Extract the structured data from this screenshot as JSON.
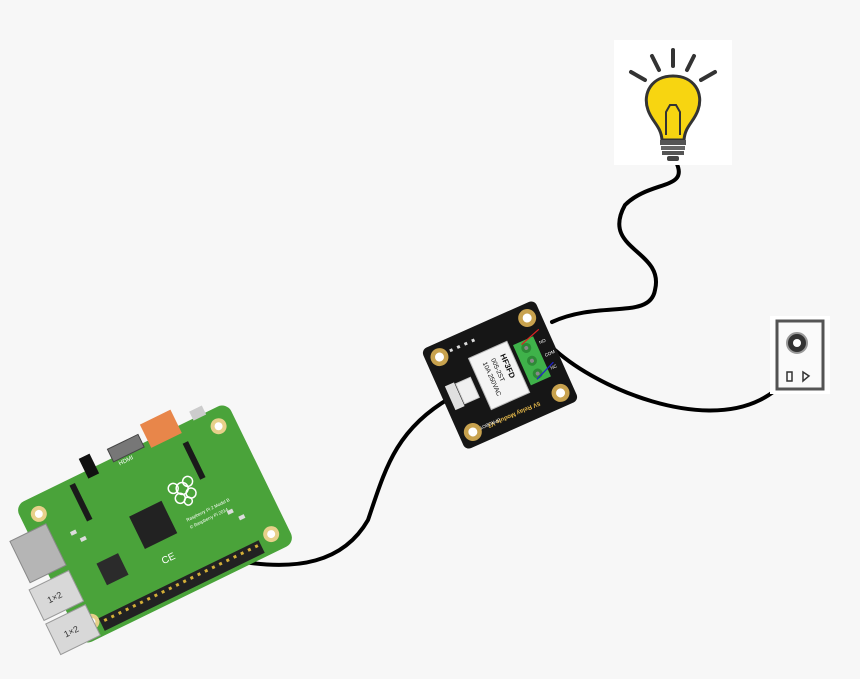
{
  "relay": {
    "chip_brand": "HF3FD",
    "chip_model": "005-2ST",
    "chip_rating": "10A 250VAC",
    "pcb_label": "5V Relay Module V2",
    "logo": "DFROBOT",
    "term_no": "NO",
    "term_com": "COM",
    "term_nc": "NC"
  },
  "raspberry_pi": {
    "hdmi_label": "HDMI",
    "board_text_1": "Raspberry Pi 2 Model B",
    "board_text_2": "© Raspberry Pi 2014",
    "usb_labels": [
      "1×2",
      "1×2"
    ]
  },
  "colors": {
    "background": "#f7f7f7",
    "pi_pcb": "#4aa33a",
    "relay_pcb": "#161616",
    "bulb": "#f7d511",
    "wire": "#000000"
  },
  "icons": {
    "bulb": "light-bulb-icon",
    "outlet": "wall-outlet-icon"
  }
}
